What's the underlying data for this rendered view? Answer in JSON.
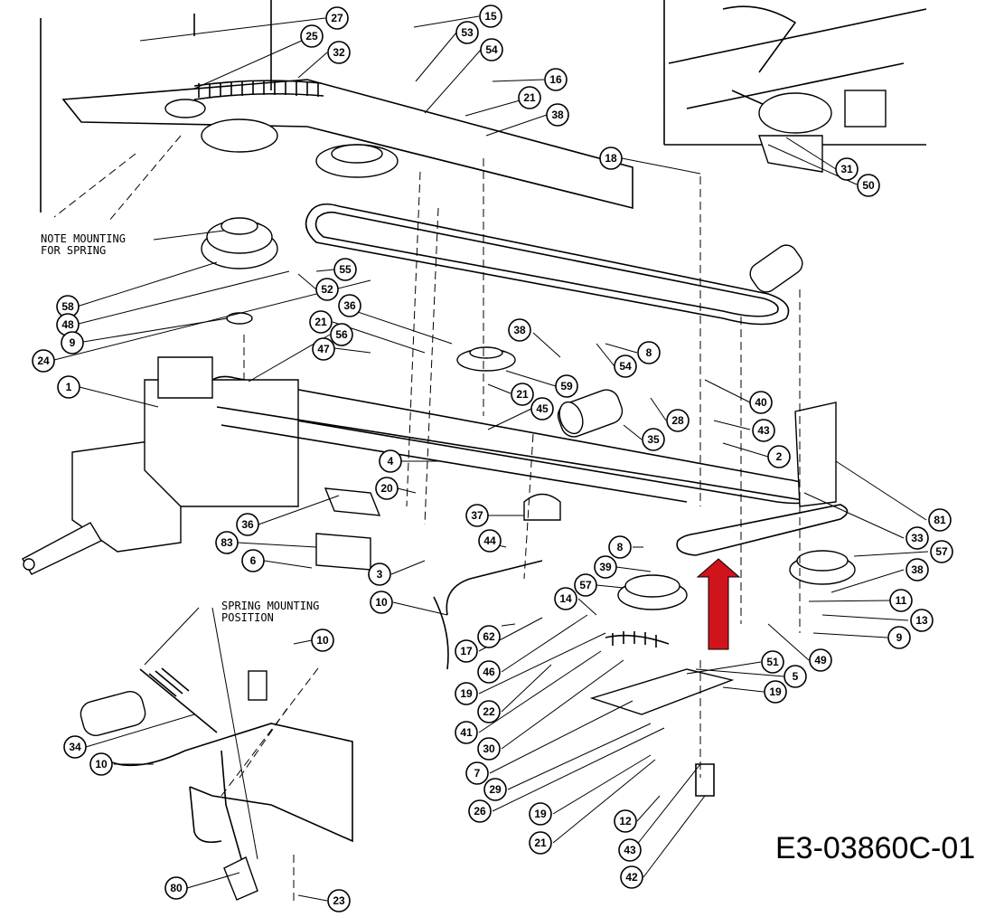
{
  "diagram": {
    "code": "E3-03860C-01",
    "notes": [
      {
        "id": "note-mounting-spring",
        "lines": [
          "NOTE MOUNTING",
          "FOR SPRING"
        ]
      },
      {
        "id": "spring-mounting-position",
        "lines": [
          "SPRING MOUNTING",
          "POSITION"
        ]
      }
    ],
    "callouts": [
      "27",
      "25",
      "32",
      "15",
      "53",
      "54",
      "16",
      "21",
      "38",
      "18",
      "31",
      "50",
      "55",
      "58",
      "52",
      "36",
      "48",
      "9",
      "24",
      "21",
      "47",
      "56",
      "38",
      "8",
      "54",
      "1",
      "59",
      "21",
      "40",
      "43",
      "45",
      "28",
      "35",
      "2",
      "4",
      "20",
      "37",
      "81",
      "36",
      "83",
      "8",
      "39",
      "57",
      "33",
      "57",
      "38",
      "6",
      "3",
      "44",
      "10",
      "14",
      "11",
      "13",
      "62",
      "17",
      "46",
      "19",
      "22",
      "41",
      "30",
      "7",
      "29",
      "26",
      "19",
      "21",
      "12",
      "43",
      "42",
      "51",
      "5",
      "19",
      "49",
      "9",
      "10",
      "34",
      "10",
      "80",
      "23"
    ],
    "colors": {
      "arrow": "#d0141c",
      "line": "#000000",
      "background": "#ffffff"
    }
  }
}
